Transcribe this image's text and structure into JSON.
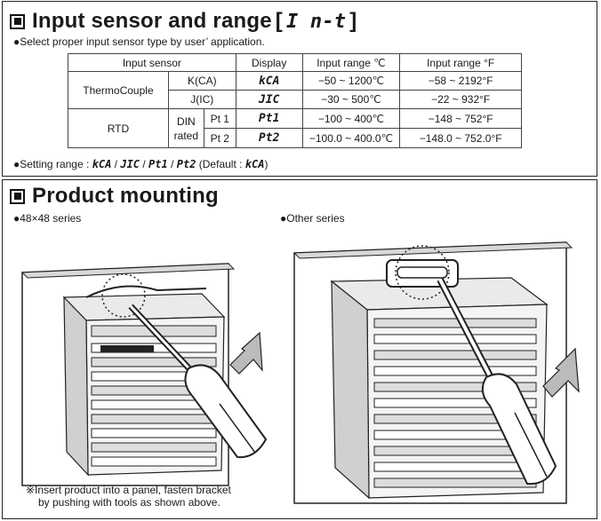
{
  "section1": {
    "title": "Input sensor and range",
    "code_open": "[",
    "code": "I n-t",
    "code_close": "]",
    "note": "●Select proper input sensor type by user’ application.",
    "table": {
      "headers": [
        "Input sensor",
        "Display",
        "Input range ℃",
        "Input range °F"
      ],
      "thermo_label": "ThermoCouple",
      "rtd_label": "RTD",
      "din_label": "DIN",
      "rated_label": "rated",
      "rows": [
        {
          "type": "K(CA)",
          "display": "kCA",
          "range_c": "−50 ~ 1200℃",
          "range_f": "−58 ~ 2192°F"
        },
        {
          "type": "J(IC)",
          "display": "JIC",
          "range_c": "−30 ~ 500℃",
          "range_f": "−22 ~ 932°F"
        },
        {
          "type": "Pt 1",
          "display": "Pt1",
          "range_c": "−100 ~ 400℃",
          "range_f": "−148 ~ 752°F"
        },
        {
          "type": "Pt 2",
          "display": "Pt2",
          "range_c": "−100.0 ~ 400.0℃",
          "range_f": "−148.0 ~ 752.0°F"
        }
      ]
    },
    "setting": {
      "prefix": "●Setting range : ",
      "values": [
        "kCA",
        "JIC",
        "Pt1",
        "Pt2"
      ],
      "sep": " / ",
      "default_open": " (Default : ",
      "default_value": "kCA",
      "default_close": ")"
    }
  },
  "section2": {
    "title": "Product mounting",
    "left_label": "●48×48 series",
    "right_label": "●Other series",
    "caption_line1": "※Insert product into a panel, fasten bracket",
    "caption_line2": "by pushing with tools as shown above."
  }
}
